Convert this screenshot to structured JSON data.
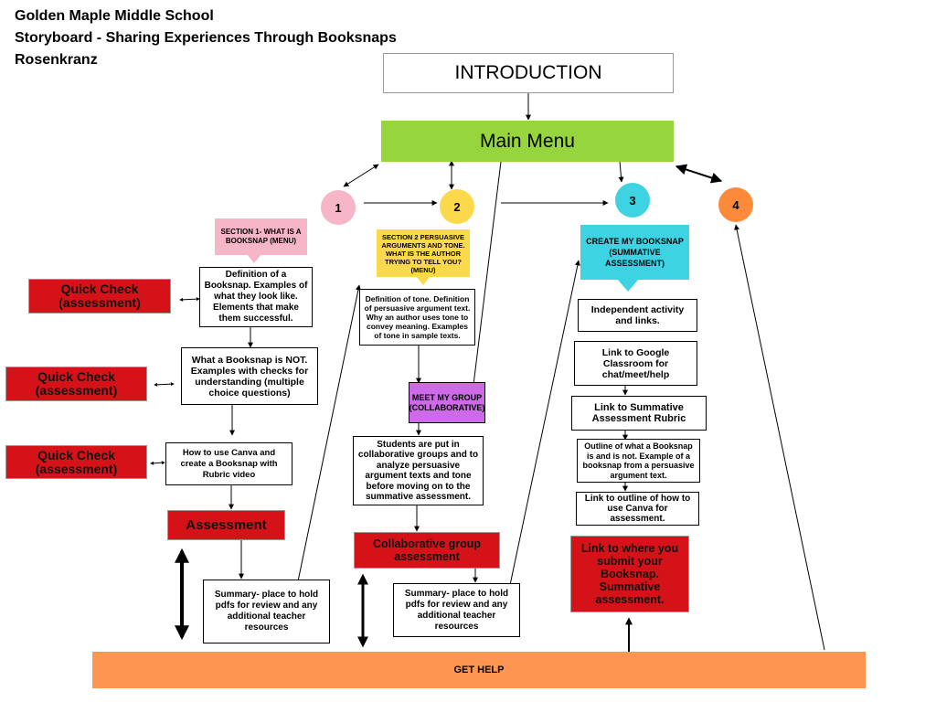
{
  "header": {
    "school": "Golden Maple Middle School",
    "storyboard": "Storyboard - Sharing Experiences Through Booksnaps",
    "author": "Rosenkranz"
  },
  "intro": "INTRODUCTION",
  "main_menu": "Main Menu",
  "sections": {
    "s1": "1",
    "s2": "2",
    "s3": "3",
    "s4": "4"
  },
  "col1": {
    "callout": "SECTION 1- WHAT IS A BOOKSNAP (MENU)",
    "definition": "Definition of a Booksnap.  Examples of what they look like.  Elements that make them successful.",
    "not": "What a Booksnap is NOT.  Examples with checks for understanding (multiple choice questions)",
    "canva": "How to use Canva and create a Booksnap with Rubric video",
    "assessment": "Assessment",
    "summary": "Summary- place to hold pdfs for review and any additional teacher resources",
    "quick1": "Quick Check (assessment)",
    "quick2": "Quick Check (assessment)",
    "quick3": "Quick Check (assessment)"
  },
  "col2": {
    "callout": "SECTION 2 PERSUASIVE ARGUMENTS AND TONE. WHAT IS THE AUTHOR TRYING TO TELL YOU? (MENU)",
    "definition": "Definition of tone.  Definition of persuasive argument text.  Why an author uses tone to convey meaning.  Examples of tone in sample texts.",
    "meet": "MEET MY GROUP (COLLABORATIVE)",
    "students": "Students are put in collaborative groups and to analyze persuasive argument texts and tone before moving on to the summative assessment.",
    "collab": "Collaborative group assessment",
    "summary": "Summary- place to hold pdfs for review and any additional teacher resources"
  },
  "col3": {
    "callout": "CREATE MY BOOKSNAP (SUMMATIVE ASSESSMENT)",
    "independent": "Independent activity and links.",
    "google": "Link to Google Classroom for chat/meet/help",
    "rubric": "Link to Summative Assessment Rubric",
    "outline": "Outline of what a Booksnap is and is not.  Example of a booksnap from a persuasive argument text.",
    "canva": "Link to outline of how to use Canva for assessment.",
    "submit": "Link to where you submit your Booksnap. Summative assessment."
  },
  "get_help": "GET HELP",
  "colors": {
    "main_menu": "#97d53f",
    "pink": "#f7b6c8",
    "yellow": "#fcd84b",
    "cyan": "#3dd3e3",
    "orange": "#fc8a3a",
    "red": "#d51217",
    "purple": "#cd6ae8",
    "get_help": "#fd9650"
  }
}
